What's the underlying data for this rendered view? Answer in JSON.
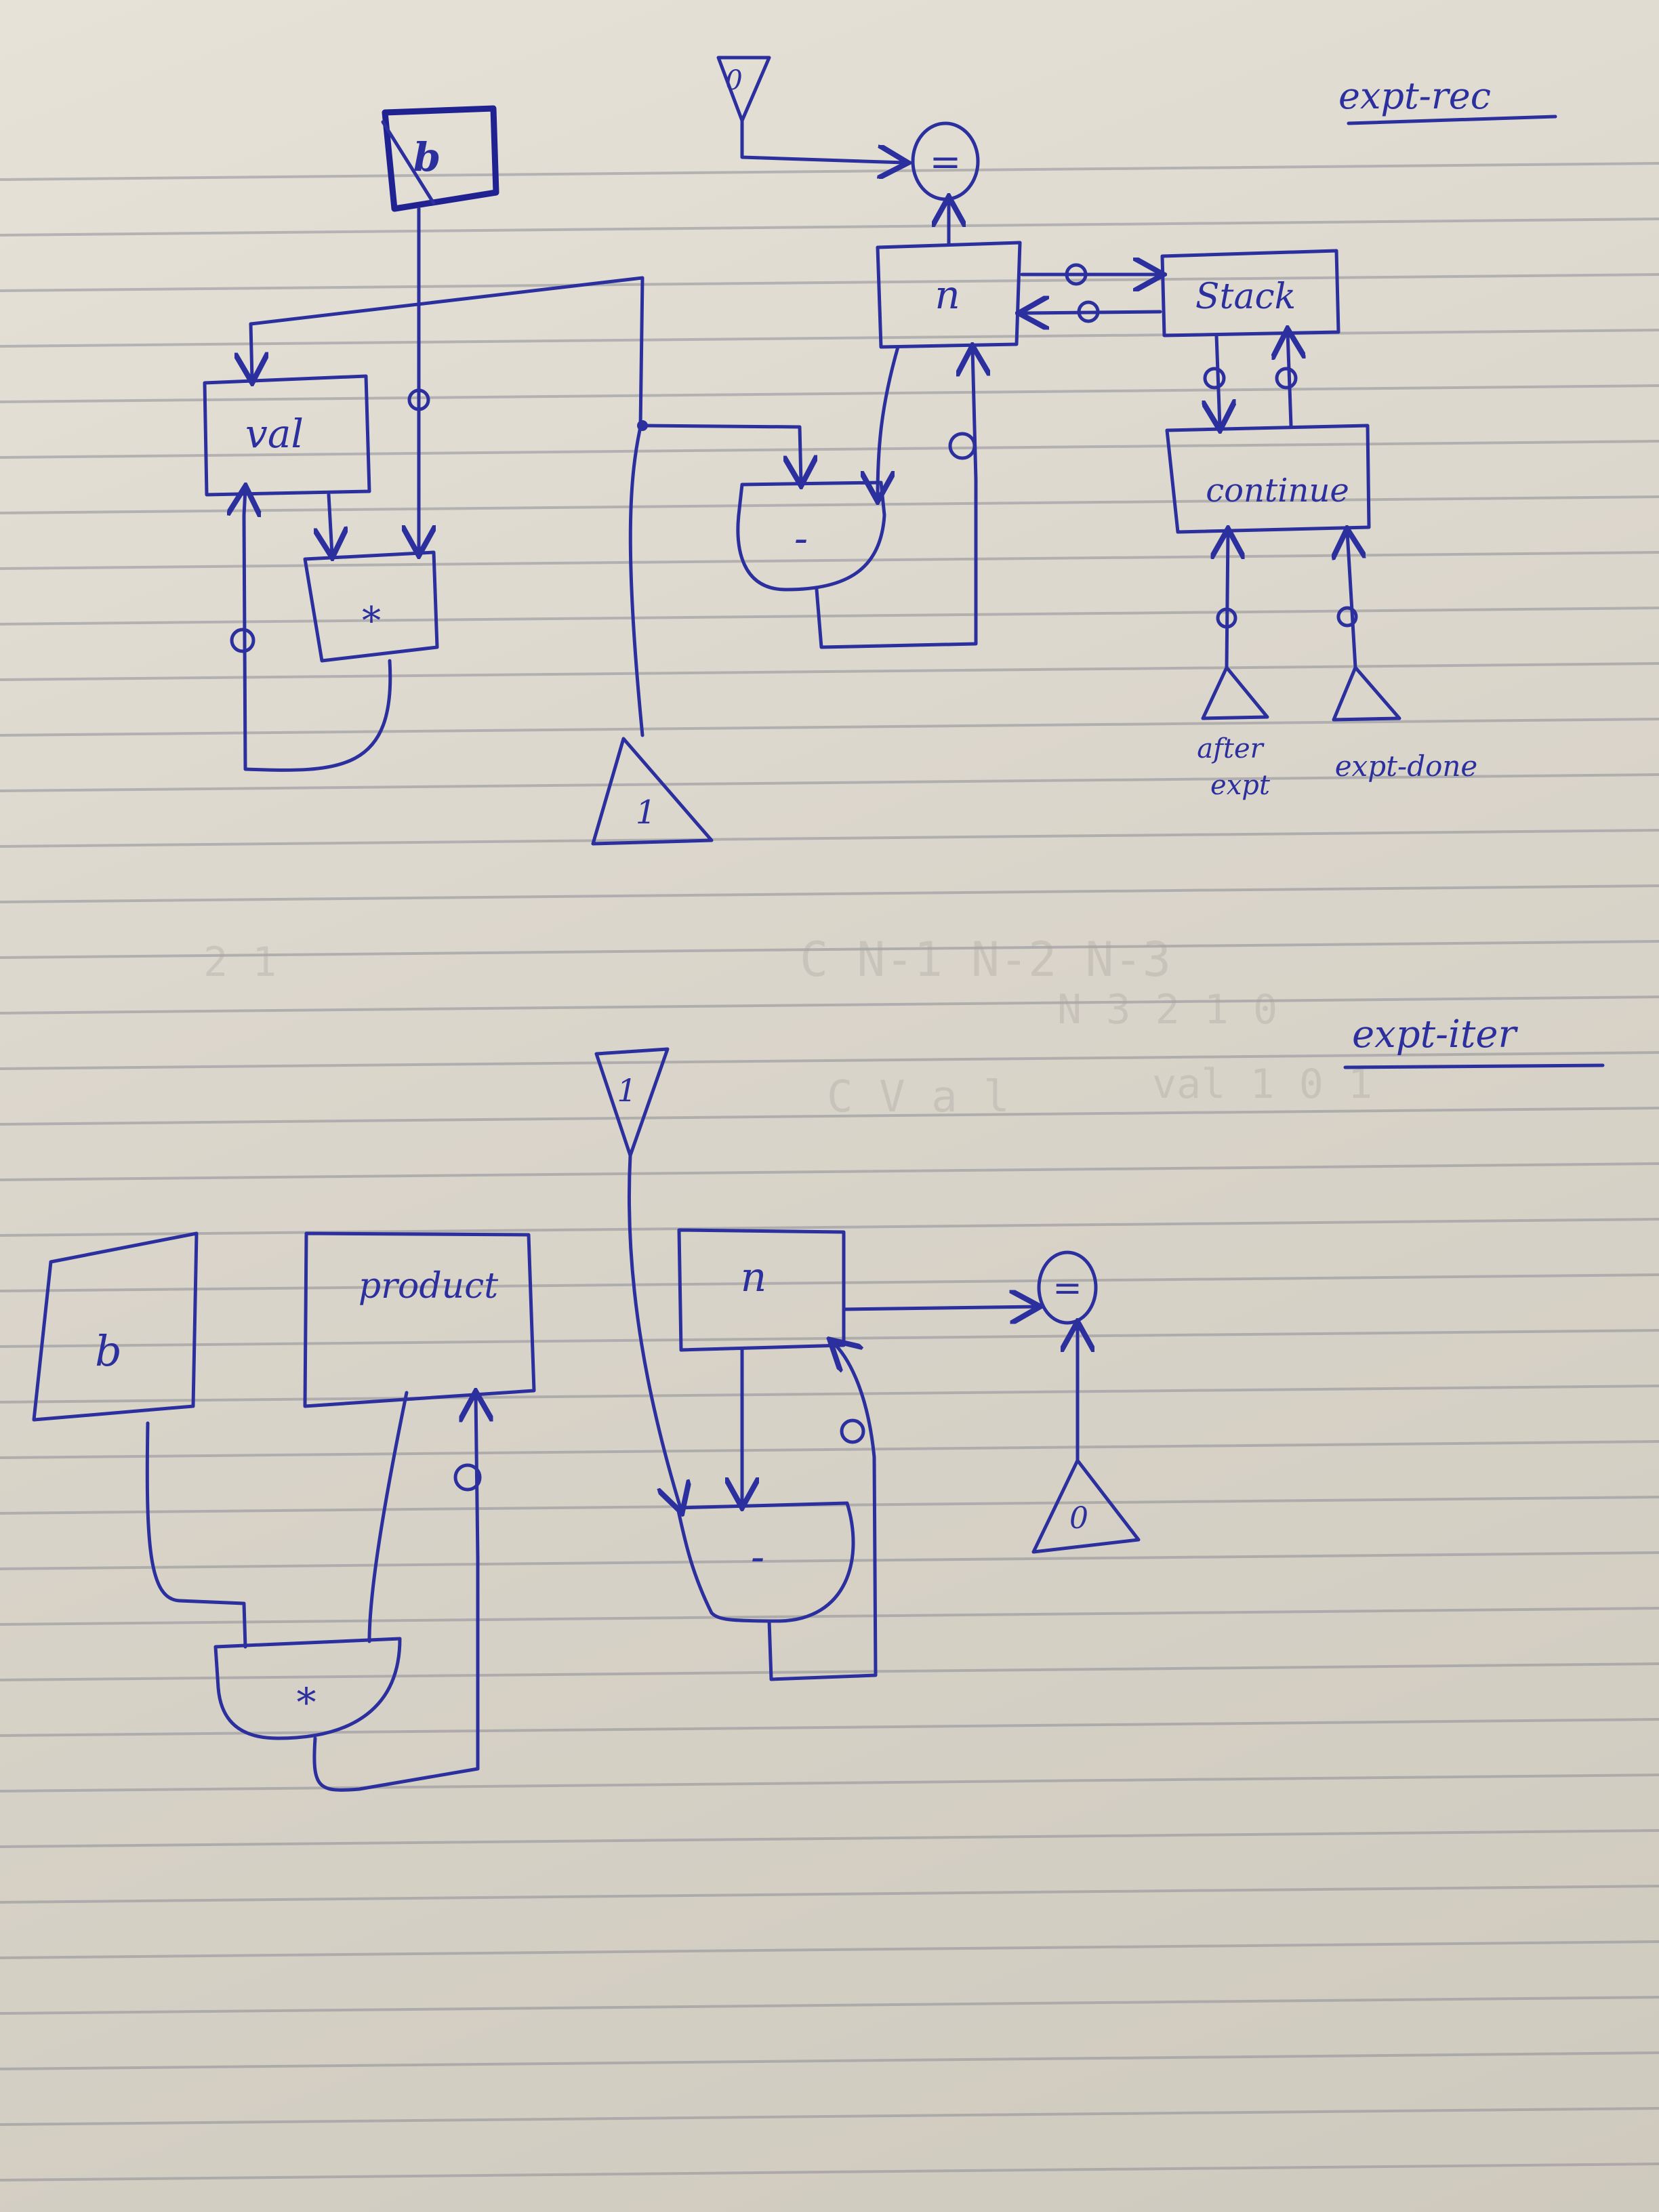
{
  "titles": {
    "rec": "expt-rec",
    "iter": "expt-iter"
  },
  "rec": {
    "const_zero": "0",
    "reg_b": "b",
    "test_eq": "=",
    "reg_n": "n",
    "reg_stack": "Stack",
    "reg_val": "val",
    "op_mul": "*",
    "op_sub": "-",
    "reg_continue": "continue",
    "const_one": "1",
    "label_after_l1": "after",
    "label_after_l2": "expt",
    "label_done": "expt-done"
  },
  "iter": {
    "const_one": "1",
    "reg_b": "b",
    "reg_product": "product",
    "reg_n": "n",
    "test_eq": "=",
    "op_mul": "*",
    "op_sub": "-",
    "const_zero": "0"
  },
  "colors": {
    "ink": "#2c2f9e",
    "paper": "#e2ded4",
    "rule": "#8f8f97"
  }
}
